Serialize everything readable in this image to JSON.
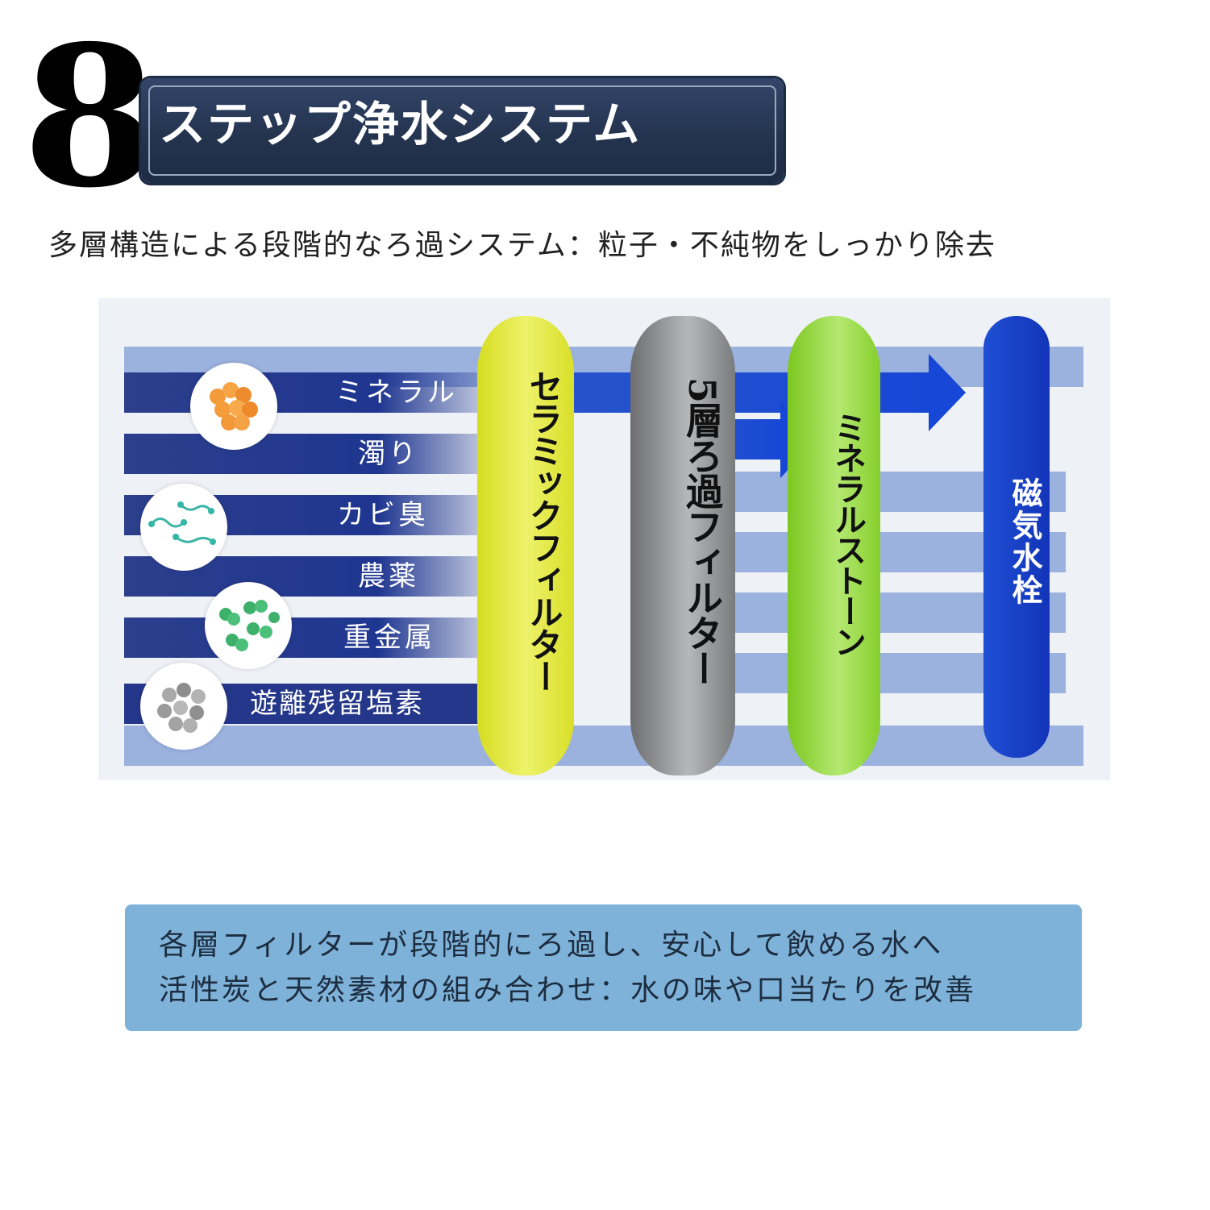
{
  "header": {
    "step_number": "8",
    "title": "ステップ浄水システム",
    "subtitle": "多層構造による段階的なろ過システム：粒子・不純物をしっかり除去"
  },
  "diagram": {
    "contaminants": [
      "ミネラル",
      "濁り",
      "カビ臭",
      "農薬",
      "重金属",
      "遊離残留塩素"
    ],
    "filters": [
      {
        "label": "セラミックフィルター",
        "color": "#e6ec3a"
      },
      {
        "label": "5層ろ過フィルター",
        "color": "#8e8f91"
      },
      {
        "label": "ミネラルストーン",
        "color": "#92d433"
      }
    ],
    "outlet": {
      "label": "磁気水栓",
      "color": "#1b43c9"
    }
  },
  "info": {
    "line1": "各層フィルターが段階的にろ過し、安心して飲める水へ",
    "line2": "活性炭と天然素材の組み合わせ：水の味や口当たりを改善"
  }
}
